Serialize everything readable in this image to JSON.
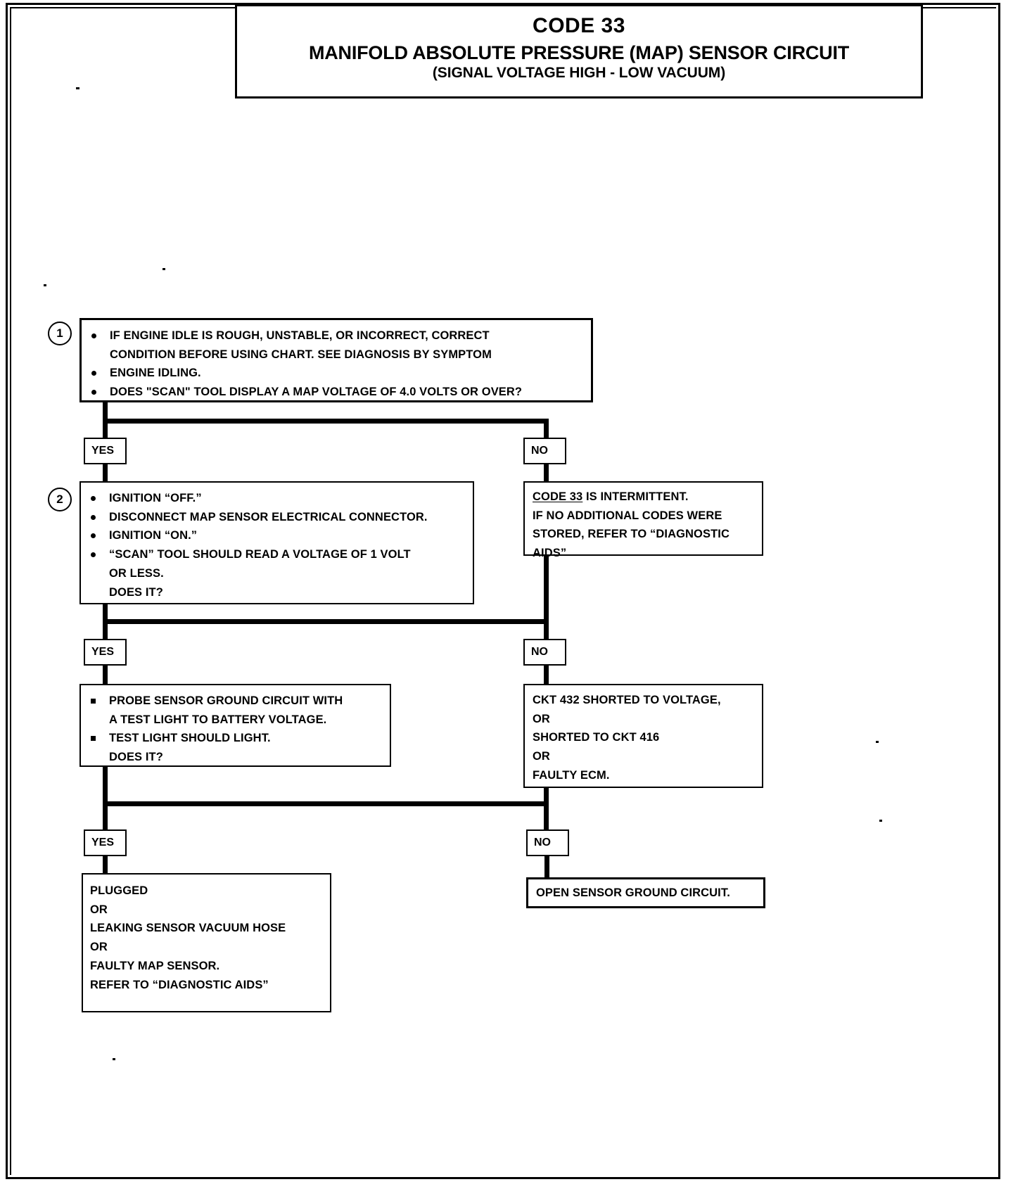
{
  "title": {
    "code": "CODE 33",
    "main": "MANIFOLD ABSOLUTE PRESSURE (MAP) SENSOR CIRCUIT",
    "subtitle": "(SIGNAL VOLTAGE HIGH - LOW VACUUM)"
  },
  "steps": {
    "one": "1",
    "two": "2"
  },
  "branches": {
    "yes": "YES",
    "no": "NO"
  },
  "box1": {
    "line1": "IF ENGINE IDLE IS ROUGH, UNSTABLE, OR INCORRECT, CORRECT",
    "line2": "CONDITION BEFORE USING CHART.  SEE  DIAGNOSIS BY SYMPTOM",
    "line3": "ENGINE IDLING.",
    "line4": "DOES \"SCAN\" TOOL DISPLAY A MAP VOLTAGE OF 4.0 VOLTS OR OVER?"
  },
  "box2": {
    "line1": "IGNITION “OFF.”",
    "line2": "DISCONNECT MAP SENSOR ELECTRICAL CONNECTOR.",
    "line3": "IGNITION “ON.”",
    "line4": "“SCAN” TOOL SHOULD READ  A VOLTAGE OF 1 VOLT",
    "line5": "OR LESS.",
    "line6": "DOES IT?"
  },
  "box_intermittent": {
    "line1_underlined": "CODE 33",
    "line1_rest": " IS INTERMITTENT.",
    "line2": "IF NO ADDITIONAL CODES WERE",
    "line3": "STORED, REFER TO “DIAGNOSTIC",
    "line4": "AIDS”"
  },
  "box_probe": {
    "line1": "PROBE SENSOR GROUND CIRCUIT WITH",
    "line2": "A TEST LIGHT TO BATTERY VOLTAGE.",
    "line3": "TEST LIGHT SHOULD LIGHT.",
    "line4": "DOES IT?"
  },
  "box_ckt": {
    "line1": "CKT 432 SHORTED TO VOLTAGE,",
    "line2": "OR",
    "line3": "SHORTED TO CKT 416",
    "line4": "OR",
    "line5": "FAULTY ECM."
  },
  "box_plugged": {
    "line1": "PLUGGED",
    "line2": "OR",
    "line3": "LEAKING SENSOR  VACUUM HOSE",
    "line4": "OR",
    "line5": "FAULTY MAP SENSOR.",
    "line6": "REFER TO “DIAGNOSTIC AIDS”"
  },
  "box_open_ground": {
    "line1": "OPEN SENSOR GROUND CIRCUIT."
  },
  "colors": {
    "ink": "#000000",
    "paper": "#ffffff"
  }
}
